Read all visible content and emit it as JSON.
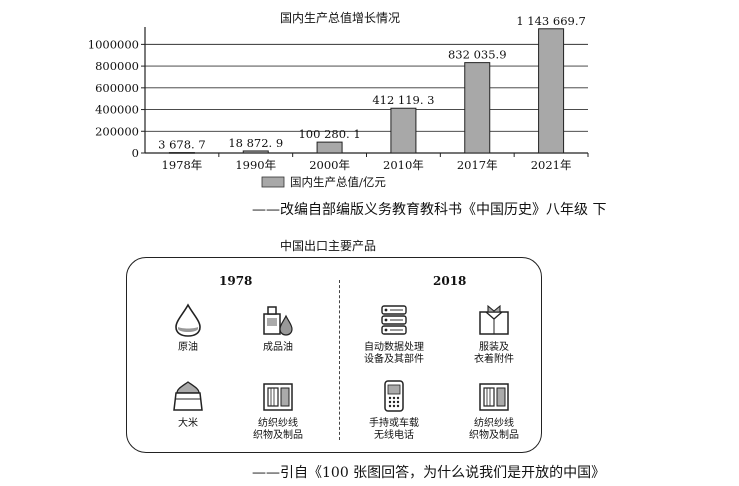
{
  "chart_data": {
    "type": "bar",
    "title": "国内生产总值增长情况",
    "categories": [
      "1978年",
      "1990年",
      "2000年",
      "2010年",
      "2017年",
      "2021年"
    ],
    "series": [
      {
        "name": "国内生产总值/亿元",
        "values": [
          3678.7,
          18872.9,
          100280.1,
          412119.3,
          832035.9,
          1143669.7
        ]
      }
    ],
    "data_labels": [
      "3 678. 7",
      "18 872. 9",
      "100 280. 1",
      "412 119. 3",
      "832 035.9",
      "1 143 669.7"
    ],
    "yticks": [
      0,
      200000,
      400000,
      600000,
      800000,
      1000000
    ],
    "ylim": [
      0,
      1160000
    ],
    "grid": true,
    "legend_position": "bottom",
    "bar_color": "#a8a8a8"
  },
  "source_1": "——改编自部编版义务教育教科书《中国历史》八年级 下",
  "exports": {
    "title": "中国出口主要产品",
    "left": {
      "year": "1978",
      "items": [
        {
          "label": "原油",
          "icon": "oil-drop-icon"
        },
        {
          "label": "成品油",
          "icon": "refined-oil-icon"
        },
        {
          "label": "大米",
          "icon": "rice-sack-icon"
        },
        {
          "label": "纺织纱线\n织物及制品",
          "icon": "textile-icon"
        }
      ]
    },
    "right": {
      "year": "2018",
      "items": [
        {
          "label": "自动数据处理\n设备及其部件",
          "icon": "server-icon"
        },
        {
          "label": "服装及\n衣着附件",
          "icon": "clothing-box-icon"
        },
        {
          "label": "手持或车载\n无线电话",
          "icon": "mobile-phone-icon"
        },
        {
          "label": "纺织纱线\n织物及制品",
          "icon": "textile-icon"
        }
      ]
    }
  },
  "source_2": "——引自《100 张图回答，为什么说我们是开放的中国》"
}
